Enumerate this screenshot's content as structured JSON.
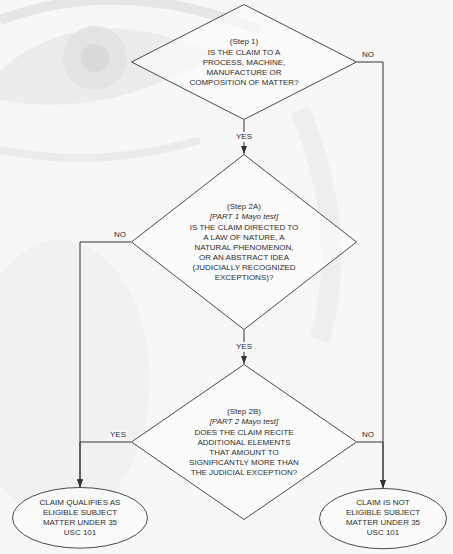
{
  "diagram": {
    "nodes": [
      {
        "text": [
          "(Step 1)",
          "IS THE CLAIM TO A PROCESS, MACHINE, MANUFACTURE OR COMPOSITION OF MATTER?"
        ]
      },
      {
        "text": [
          "(Step 2A)",
          "[PART 1 Mayo test]",
          "IS THE CLAIM DIRECTED TO A LAW OF NATURE, A NATURAL PHENOMENON, OR AN ABSTRACT IDEA (JUDICIALLY RECOGNIZED EXCEPTIONS)?"
        ]
      },
      {
        "text": [
          "(Step 2B)",
          "[PART 2 Mayo test]",
          "DOES THE CLAIM RECITE ADDITIONAL ELEMENTS THAT AMOUNT TO SIGNIFICANTLY MORE THAN THE JUDICIAL EXCEPTION?"
        ]
      },
      {
        "text": [
          "CLAIM QUALIFIES AS ELIGIBLE SUBJECT MATTER UNDER 35 USC 101"
        ]
      },
      {
        "text": [
          "CLAIM IS NOT ELIGIBLE SUBJECT MATTER UNDER 35 USC 101"
        ]
      }
    ],
    "edges": [
      {
        "from": 0,
        "to": 4,
        "label": "NO",
        "arrow": "to"
      },
      {
        "from": 0,
        "to": 1,
        "label": "YES",
        "arrow": "to"
      },
      {
        "from": 1,
        "to": 3,
        "label": "NO",
        "arrow": "to"
      },
      {
        "from": 1,
        "to": 2,
        "label": "YES",
        "arrow": "to"
      },
      {
        "from": 2,
        "to": 3,
        "label": "YES",
        "arrow": "to"
      },
      {
        "from": 2,
        "to": 4,
        "label": "NO",
        "arrow": "to"
      }
    ]
  }
}
